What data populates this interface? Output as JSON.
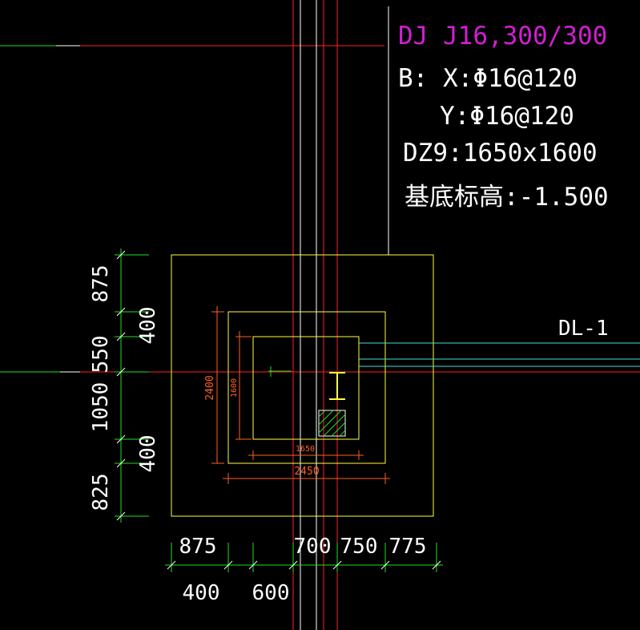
{
  "colors": {
    "background": "#000000",
    "magenta": "#d21ed2",
    "white": "#ffffff",
    "red": "#ff2020",
    "green": "#20e020",
    "yellow": "#ffff40",
    "cyan": "#40e0e0",
    "orange": "#ff6020"
  },
  "annotation": {
    "title": "DJ J16,300/300",
    "reinforcement_x": "B: X:Φ16@120",
    "reinforcement_y": "Y:Φ16@120",
    "column": "DZ9:1650x1600",
    "base_elevation": "基底标高:-1.500"
  },
  "beam_label": "DL-1",
  "dimensions": {
    "left_outer": [
      "875",
      "550",
      "1050",
      "825"
    ],
    "left_inner": [
      "400",
      "400"
    ],
    "bottom_outer": [
      "875",
      "700",
      "750",
      "775"
    ],
    "bottom_inner": [
      "400",
      "600"
    ],
    "step_width": "2450",
    "step_height": "2400",
    "pedestal_width": "1650",
    "pedestal_height": "1600"
  }
}
